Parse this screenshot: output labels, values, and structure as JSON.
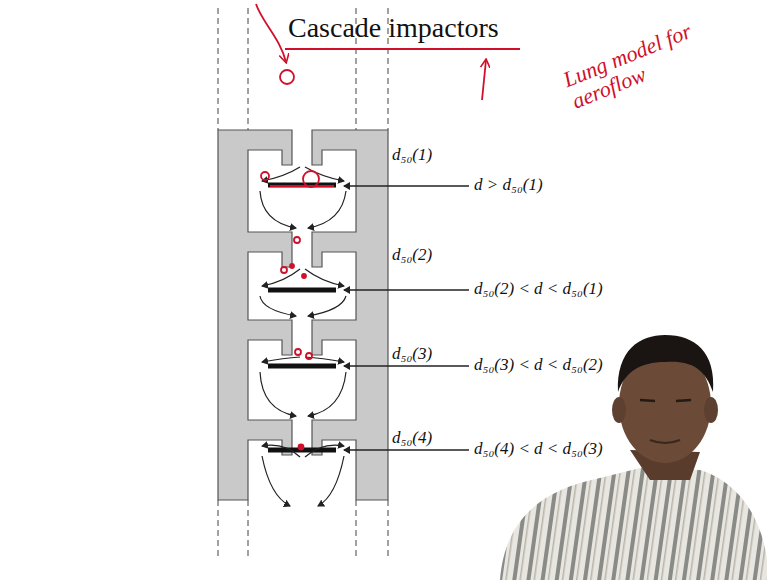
{
  "diagram": {
    "title": "Cascade impactors",
    "labels": [
      "Lung model for aeroflow",
      "d₅₀(1)",
      "d > d₅₀(1)",
      "d₅₀(2)",
      "d₅₀(2) < d < d₅₀(1)",
      "d₅₀(3)",
      "d₅₀(3) < d < d₅₀(2)",
      "d₅₀(4)",
      "d₅₀(4) < d < d₅₀(3)"
    ]
  }
}
